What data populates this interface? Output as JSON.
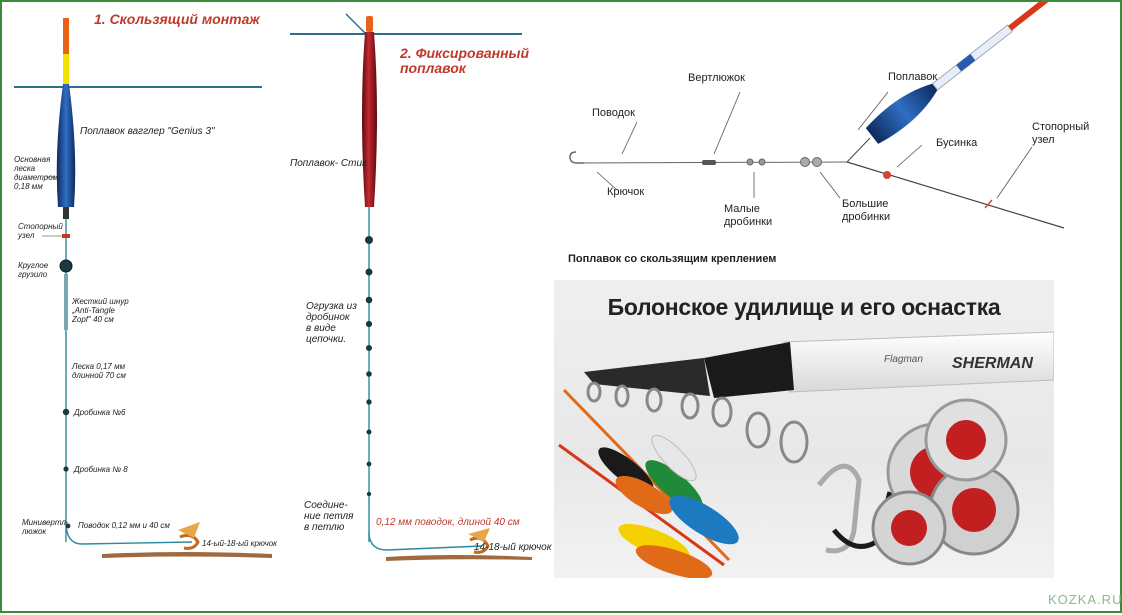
{
  "left_diagram": {
    "title": "1. Скользящий монтаж",
    "float_label": "Поплавок вагглер \"Genius 3\"",
    "main_line": [
      "Основная",
      "леска",
      "диаметром",
      "0,18 мм"
    ],
    "stop_knot": [
      "Стопорный",
      "узел"
    ],
    "round_sinker": [
      "Круглое",
      "грузило"
    ],
    "cord": [
      "Жесткий шнур",
      "„Anti-Tangle",
      "Zopf\" 40 см"
    ],
    "line2": [
      "Леска 0,17 мм",
      "длинной 70 см"
    ],
    "shot6": "Дробинка №6",
    "shot8": "Дробинка № 8",
    "swivel": [
      "Минивертл-",
      "люжок"
    ],
    "leash": "Поводок 0,12 мм и 40 см",
    "hook": "14-ый-18-ый крючок"
  },
  "middle_diagram": {
    "title": [
      "2. Фиксированный",
      "поплавок"
    ],
    "float_label": "Поплавок- Стик",
    "shots": [
      "Огрузка из",
      "дробинок",
      "в виде",
      "цепочки."
    ],
    "loop": [
      "Соедине-",
      "ние петля",
      "в петлю"
    ],
    "leash": "0,12 мм поводок, длиной 40 см",
    "hook": "14-18-ый крючок"
  },
  "right_diagram": {
    "leash": "Поводок",
    "swivel": "Вертлюжок",
    "float": "Поплавок",
    "bead": "Бусинка",
    "stop_knot": [
      "Стопорный",
      "узел"
    ],
    "hook": "Крючок",
    "small_shot": [
      "Малые",
      "дробинки"
    ],
    "big_shot": [
      "Большие",
      "дробинки"
    ],
    "caption": "Поплавок со скользящим креплением"
  },
  "banner": {
    "title": "Болонское удилище и его оснастка",
    "rod_brand": "Flagman",
    "rod_model": "SHERMAN"
  },
  "watermark": "KOZKA.RU"
}
